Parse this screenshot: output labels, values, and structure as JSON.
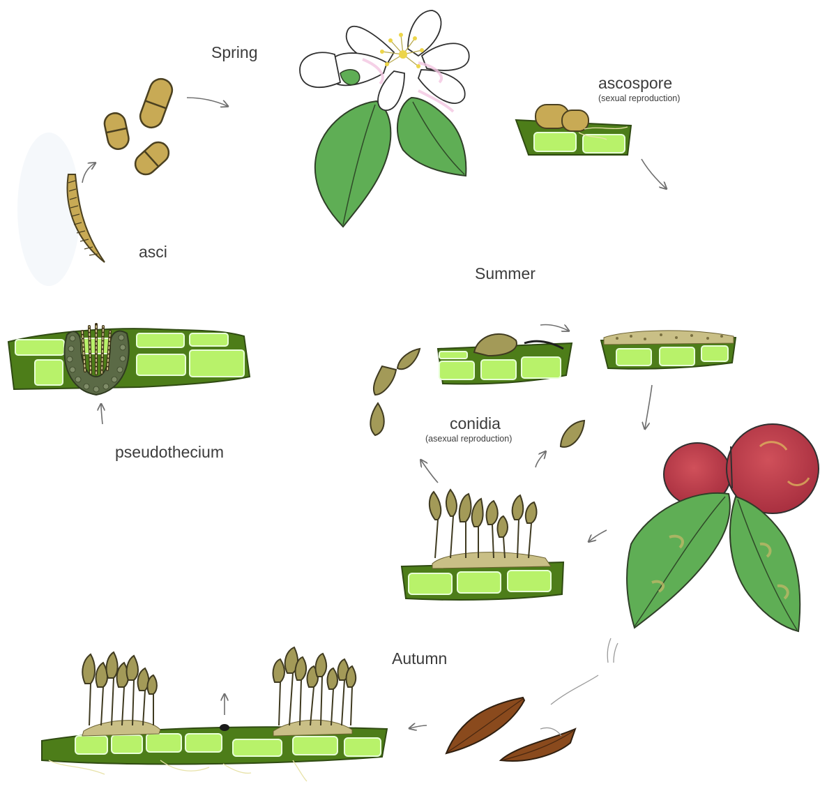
{
  "labels": {
    "spring": "Spring",
    "summer": "Summer",
    "autumn": "Autumn",
    "ascospore": "ascospore",
    "ascospore_note": "(sexual reproduction)",
    "conidia": "conidia",
    "conidia_note": "(asexual reproduction)",
    "asci": "asci",
    "pseudothecium": "pseudothecium"
  },
  "colors": {
    "tissue_dark": "#4d7d19",
    "cell_light": "#b8f26a",
    "leaf_green": "#5fae55",
    "spore_tan": "#c8aa55",
    "conidia_olive": "#a39a58",
    "fruit_red": "#c0404f",
    "dead_leaf_brown": "#8a4a1d",
    "arrow_gray": "#6e6e6e",
    "text_gray": "#3c3c3c"
  }
}
